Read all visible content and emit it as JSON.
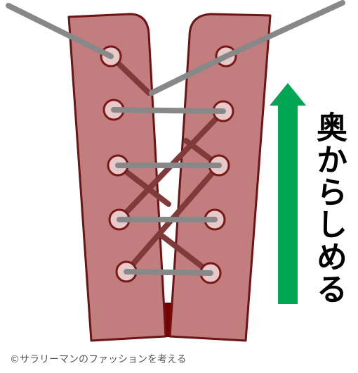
{
  "diagram": {
    "label": "奥からしめる",
    "credit": "©サラリーマンのファッションを考える",
    "colors": {
      "panel_fill": "#c27e7e",
      "panel_stroke": "#6b1414",
      "lace_front": "#888888",
      "lace_back": "#7f3a3a",
      "eyelet_fill": "#e7c9c9",
      "tongue": "#7a0000",
      "arrow": "#00a651"
    },
    "arrow_direction": "up",
    "eyelets_per_side": 5,
    "icons": {
      "arrow": "up-arrow",
      "tongue": "shoe-tongue"
    }
  }
}
